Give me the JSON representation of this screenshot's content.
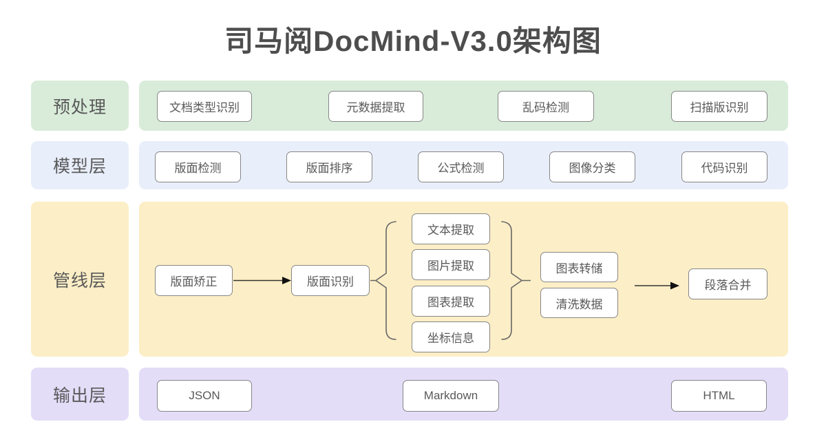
{
  "title": "司马阅DocMind-V3.0架构图",
  "colors": {
    "preprocess_band": "#d9ecda",
    "model_band": "#e9eefb",
    "pipeline_band": "#fceec6",
    "output_band": "#e3ddf8",
    "node_border": "#868686",
    "text": "#595959",
    "connector": "#444444"
  },
  "rows": [
    {
      "label": "预处理",
      "boxes": [
        "文档类型识别",
        "元数据提取",
        "乱码检测",
        "扫描版识别"
      ]
    },
    {
      "label": "模型层",
      "boxes": [
        "版面检测",
        "版面排序",
        "公式检测",
        "图像分类",
        "代码识别"
      ]
    },
    {
      "label": "管线层",
      "pipeline": {
        "stage_correct": "版面矫正",
        "stage_recognize": "版面识别",
        "branches": [
          "文本提取",
          "图片提取",
          "图表提取",
          "坐标信息"
        ],
        "post": [
          "图表转储",
          "清洗数据"
        ],
        "final": "段落合并"
      }
    },
    {
      "label": "输出层",
      "boxes": [
        "JSON",
        "Markdown",
        "HTML"
      ]
    }
  ]
}
